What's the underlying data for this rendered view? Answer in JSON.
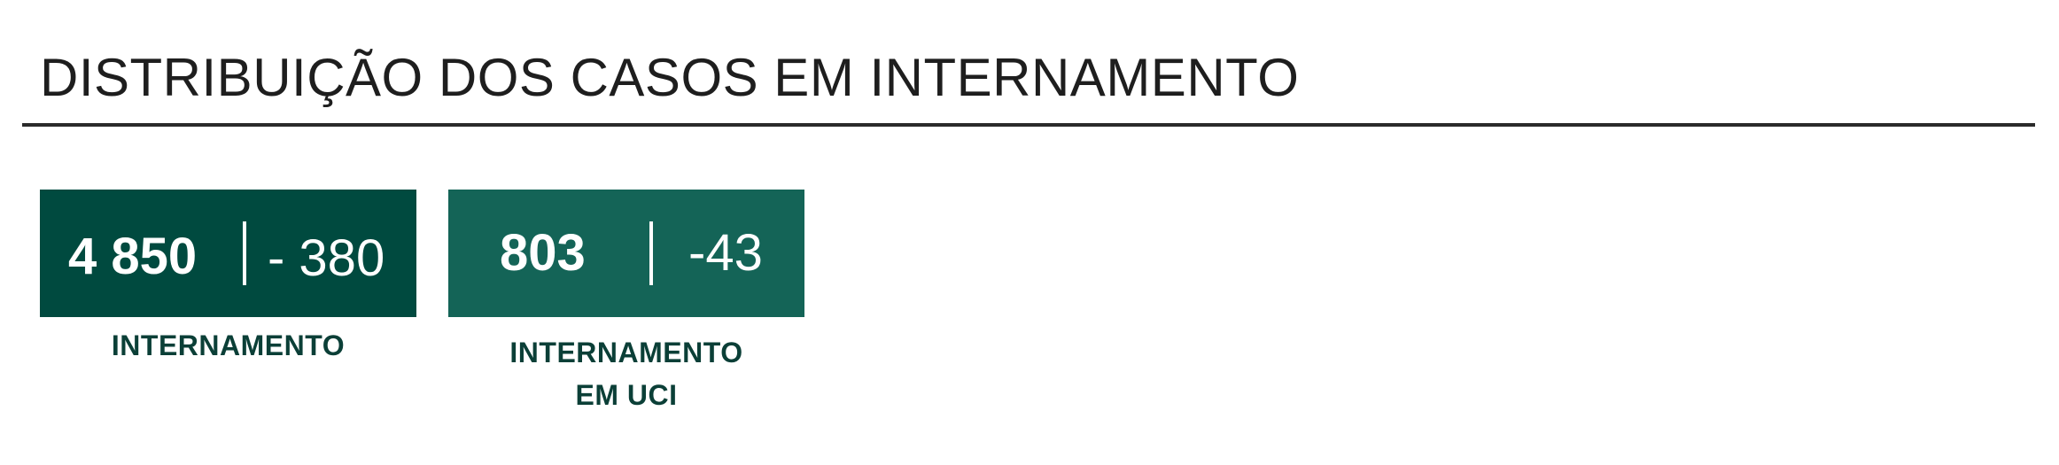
{
  "title": "DISTRIBUIÇÃO DOS CASOS EM INTERNAMENTO",
  "colors": {
    "card_1_background": "#004a3f",
    "card_2_background": "#146457",
    "label_text": "#0b3f37",
    "title_text": "#1e1e1e"
  },
  "cards": [
    {
      "value": "4 850",
      "change": "- 380",
      "label_lines": [
        "INTERNAMENTO"
      ]
    },
    {
      "value": "803",
      "change": "-43",
      "label_lines": [
        "INTERNAMENTO",
        "EM UCI"
      ]
    }
  ]
}
